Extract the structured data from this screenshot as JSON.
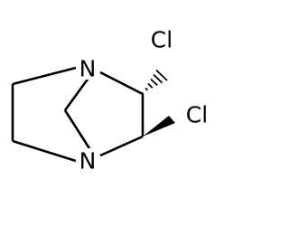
{
  "molecule": {
    "atoms": {
      "n_top": "N",
      "n_bottom": "N",
      "cl_top": "Cl",
      "cl_bottom": "Cl"
    }
  }
}
